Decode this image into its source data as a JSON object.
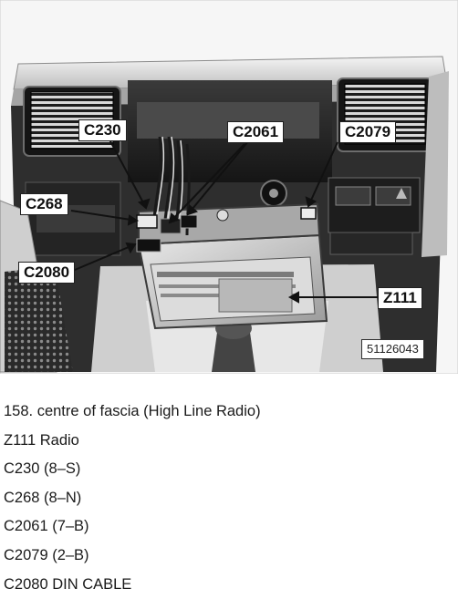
{
  "figure": {
    "callouts": {
      "c230": "C230",
      "c2061": "C2061",
      "c2079": "C2079",
      "c268": "C268",
      "c2080": "C2080",
      "z111": "Z111"
    },
    "figure_id": "51126043"
  },
  "caption": {
    "lines": [
      "158. centre of fascia (High Line Radio)",
      "Z111 Radio",
      "C230 (8–S)",
      "C268 (8–N)",
      "C2061 (7–B)",
      "C2079 (2–B)",
      "C2080 DIN CABLE"
    ]
  }
}
